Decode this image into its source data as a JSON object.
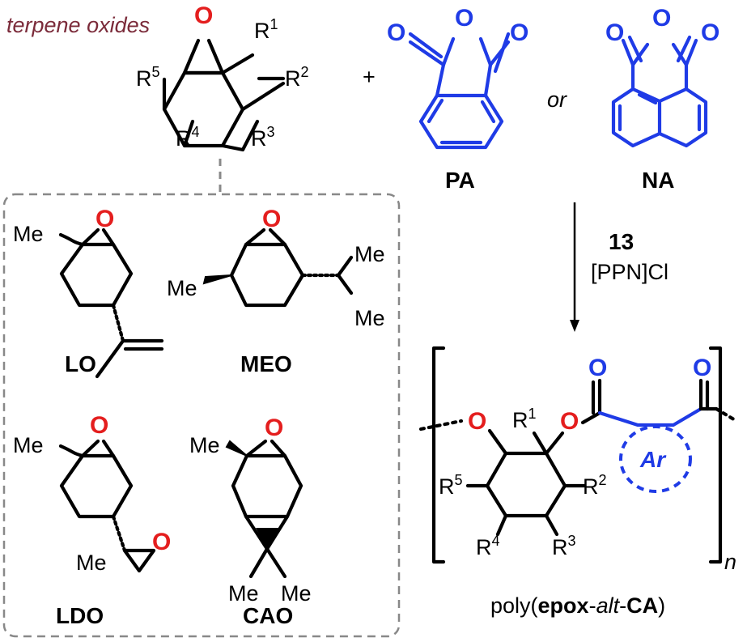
{
  "scheme": {
    "terpene_label": "terpene oxides",
    "plus": "+",
    "or": "or",
    "substituents": {
      "r1": "R",
      "r1_sup": "1",
      "r2": "R",
      "r2_sup": "2",
      "r3": "R",
      "r3_sup": "3",
      "r4": "R",
      "r4_sup": "4",
      "r5": "R",
      "r5_sup": "5"
    },
    "oxygen": "O",
    "anhydrides": {
      "pa": "PA",
      "na": "NA"
    },
    "conditions": {
      "catalyst": "13",
      "cocatalyst": "[PPN]Cl"
    },
    "examples": {
      "lo": "LO",
      "meo": "MEO",
      "ldo": "LDO",
      "cao": "CAO",
      "methyl": "Me"
    },
    "polymer": {
      "repeat_n": "n",
      "aryl": "Ar",
      "name_prefix": "poly(",
      "name_epox": "epox",
      "name_dash1": "-",
      "name_alt": "alt",
      "name_dash2": "-",
      "name_ca": "CA",
      "name_suffix": ")"
    }
  },
  "colors": {
    "anhydride_blue": "#1f3be6",
    "oxygen_red": "#e41e1e",
    "terpene_label": "#7b2b3a",
    "box_dash": "#888888"
  }
}
